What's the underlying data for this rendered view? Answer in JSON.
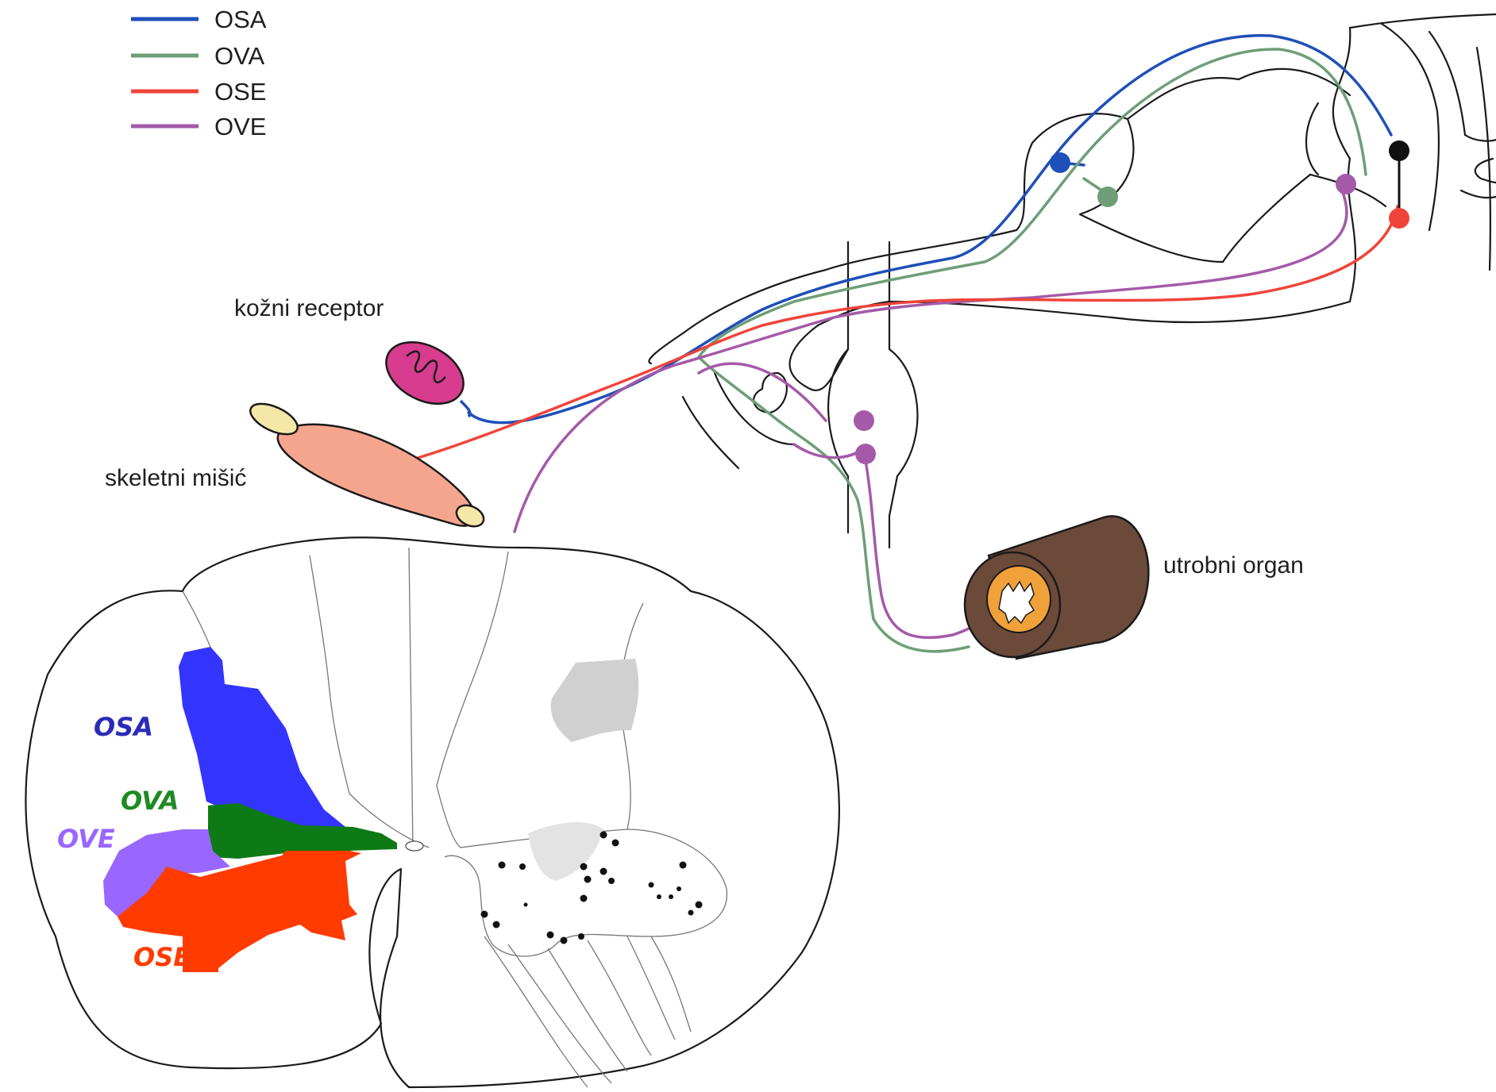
{
  "legend": [
    {
      "label": "OSA",
      "color": "#1f4fb8"
    },
    {
      "label": "OVA",
      "color": "#6e9e78"
    },
    {
      "label": "OSE",
      "color": "#f0443a"
    },
    {
      "label": "OVE",
      "color": "#a45aa8"
    }
  ],
  "labels": {
    "skin_receptor": "kožni receptor",
    "skeletal_muscle": "skeletni mišić",
    "visceral_organ": "utrobni organ"
  },
  "zones": {
    "osa": {
      "label": "OSA",
      "color": "#3434ff",
      "text_color": "#2b2bb8"
    },
    "ova": {
      "label": "OVA",
      "color": "#0e7a16",
      "text_color": "#1f8a22"
    },
    "ove": {
      "label": "OVE",
      "color": "#9966ff",
      "text_color": "#9966ff"
    },
    "ose": {
      "label": "OSE",
      "color": "#ff3b00",
      "text_color": "#ff3b00"
    }
  }
}
